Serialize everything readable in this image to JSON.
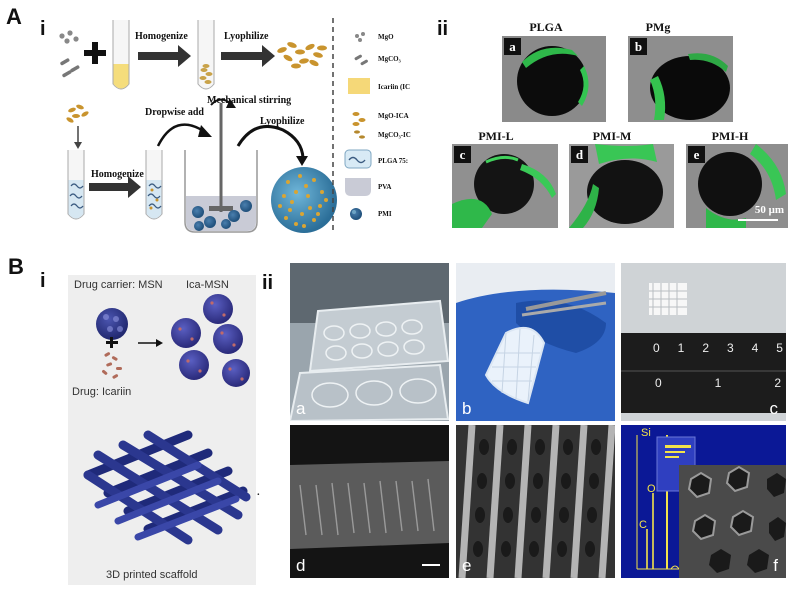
{
  "panel_a": {
    "letter": "A",
    "sub_i": "i",
    "sub_ii": "ii",
    "steps": {
      "homogenize_top": "Homogenize",
      "lyophilize_top": "Lyophilize",
      "mechanical_stirring": "Mechanical stirring",
      "dropwise_add": "Dropwise add",
      "lyophilize_bottom": "Lyophilize",
      "homogenize_bottom": "Homogenize"
    },
    "legend": [
      "MgO",
      "MgCO₃",
      "Icariin (IC",
      "MgO-ICA",
      "MgCO₃-IC",
      "PLGA 75:",
      "PVA",
      "PMI"
    ],
    "micro": {
      "titles": [
        "PLGA",
        "PMg",
        "PMI-L",
        "PMI-M",
        "PMI-H"
      ],
      "letters": [
        "a",
        "b",
        "c",
        "d",
        "e"
      ],
      "scale": "50 μm"
    }
  },
  "panel_b": {
    "letter": "B",
    "sub_i": "i",
    "sub_ii": "ii",
    "carrier": "Drug carrier:  MSN",
    "ica_msn": "Ica-MSN",
    "drug": "Drug: Icariin",
    "scaffold": "3D printed scaffold",
    "photo_letters": [
      "a",
      "b",
      "c",
      "d",
      "e",
      "f"
    ],
    "ruler_top": [
      "0",
      "1",
      "2",
      "3",
      "4",
      "5"
    ],
    "ruler_bottom": [
      "0",
      "1",
      "2"
    ],
    "eds": [
      "Si",
      "O",
      "C"
    ]
  }
}
